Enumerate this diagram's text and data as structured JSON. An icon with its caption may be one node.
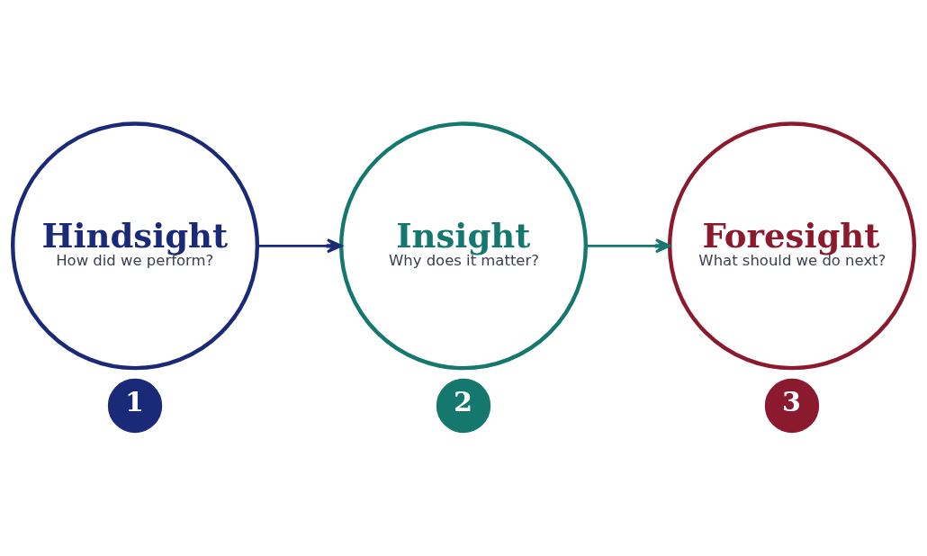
{
  "diagram": {
    "nodes": [
      {
        "text": [
          "Hindsight",
          "How did we perform?"
        ]
      },
      {
        "text": [
          "1"
        ]
      },
      {
        "text": [
          "Insight",
          "Why does it matter?"
        ]
      },
      {
        "text": [
          "2"
        ]
      },
      {
        "text": [
          "Foresight",
          "What should we do next?"
        ]
      },
      {
        "text": [
          "3"
        ]
      }
    ],
    "edges": [
      {
        "from": 0,
        "to": 2,
        "arrow": "to",
        "color": "#1b2a78"
      },
      {
        "from": 2,
        "to": 4,
        "arrow": "to",
        "color": "#14786e"
      }
    ]
  }
}
